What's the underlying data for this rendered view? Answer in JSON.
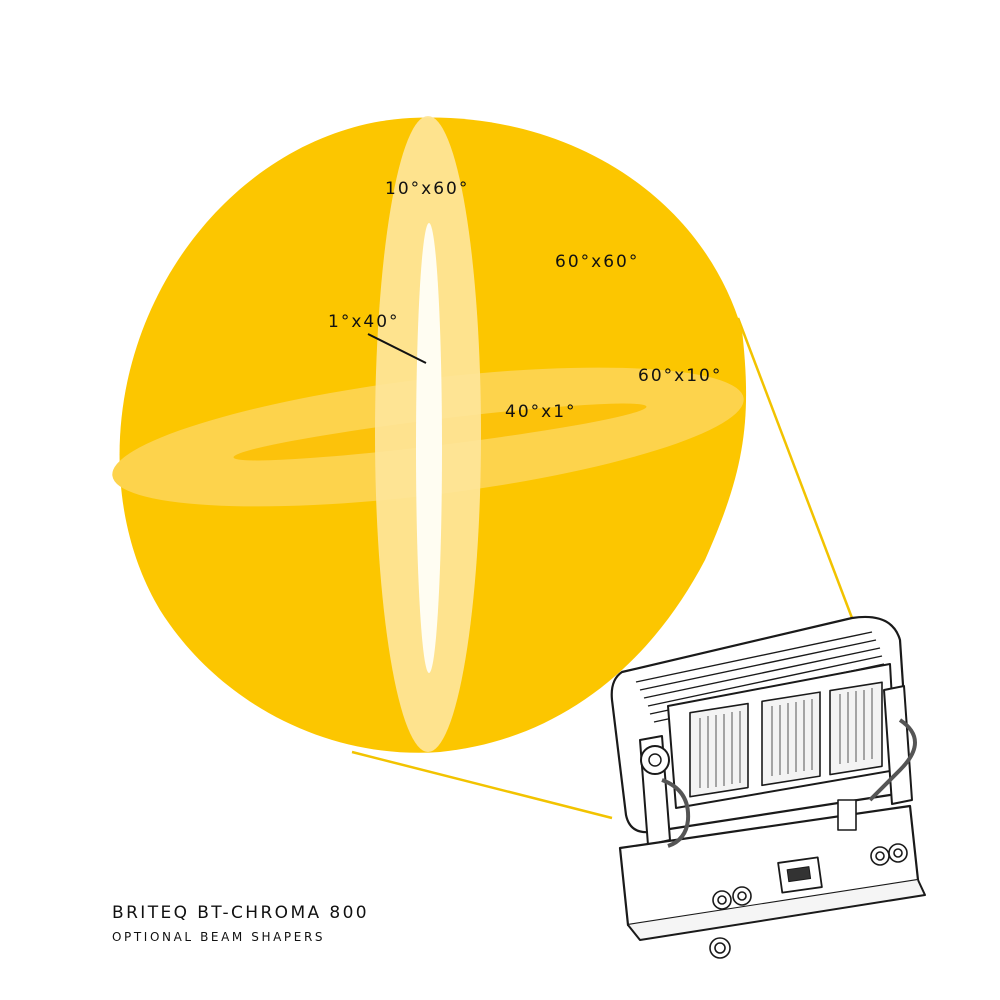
{
  "colors": {
    "beam_main": "#FCC600",
    "beam_60x10": "#FDD34C",
    "beam_10x60": "#FEE59A",
    "beam_core": "#FFFDF2",
    "connector": "#F2C300",
    "outline": "#1A1A1A"
  },
  "beams": {
    "b60x60": "60°x60°",
    "b10x60": "10°x60°",
    "b1x40": "1°x40°",
    "b60x10": "60°x10°",
    "b40x1": "40°x1°"
  },
  "caption": {
    "title": "BRITEQ BT-CHROMA 800",
    "subtitle": "OPTIONAL BEAM SHAPERS"
  },
  "device": {
    "icon": "led-fixture-illustration"
  }
}
